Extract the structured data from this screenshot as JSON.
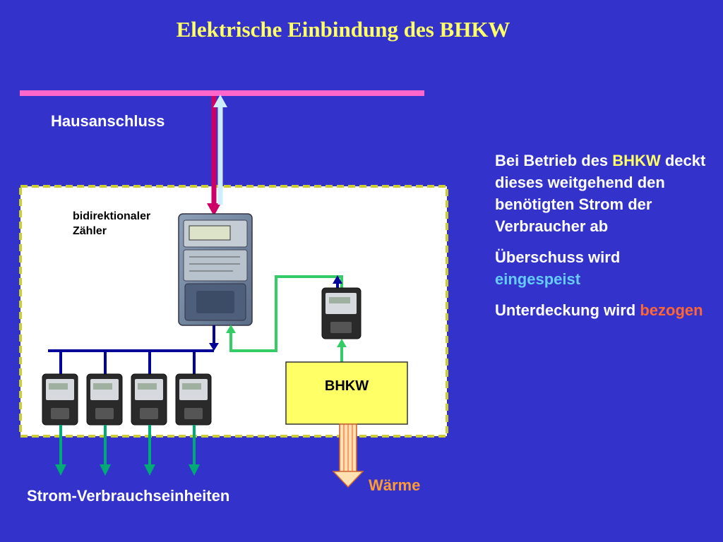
{
  "slide": {
    "title": "Elektrische Einbindung des BHKW"
  },
  "diagram": {
    "hausanschluss_label": "Hausanschluss",
    "zaehler_label_line1": "bidirektionaler",
    "zaehler_label_line2": "Zähler",
    "bhkw_label": "BHKW",
    "verbraucher_label": "Strom-Verbrauchseinheiten",
    "waerme_label": "Wärme",
    "consumer_meter_count": 4
  },
  "info": {
    "p1_before": "Bei Betrieb des ",
    "p1_highlight": "BHKW",
    "p1_after": " deckt dieses weitgehend den benötigten Strom der Verbraucher ab",
    "p2_before": "Überschuss wird ",
    "p2_highlight": "eingespeist",
    "p3_before": "Unterdeckung wird ",
    "p3_highlight": "bezogen"
  },
  "colors": {
    "background": "#3333cc",
    "title": "#ffff66",
    "grid_line": "#ff66cc",
    "import_arrow": "#cc0066",
    "export_arrow": "#cceeff",
    "consumer_bus": "#000099",
    "generation_line": "#33cc66",
    "consumer_arrow": "#00aa77",
    "bhkw_box": "#ffff66",
    "waerme_text": "#ff9933",
    "highlight_yellow": "#ffff66",
    "highlight_blue": "#66ccff",
    "highlight_orange": "#ff6633"
  }
}
